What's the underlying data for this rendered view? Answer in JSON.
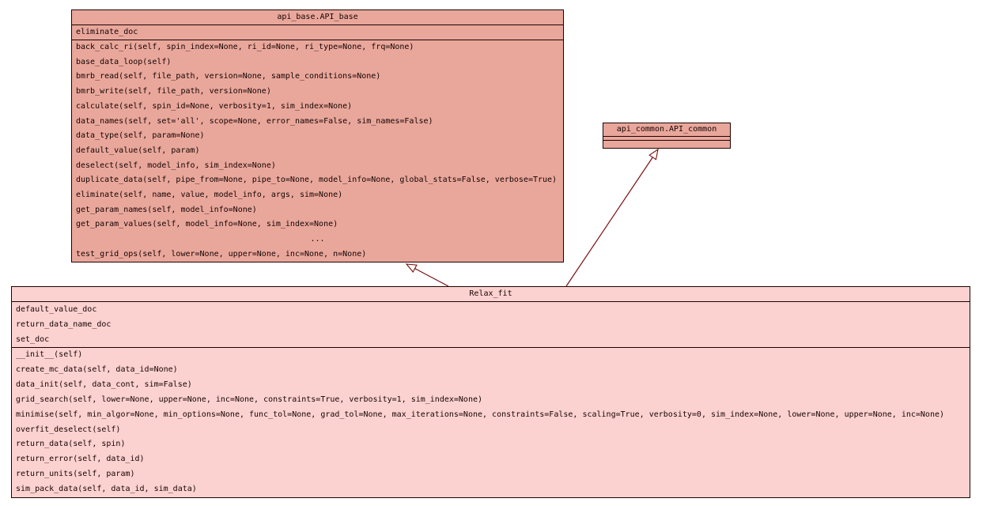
{
  "diagram": {
    "type": "uml-class-diagram",
    "colors": {
      "parent_class_fill": "#e9a79b",
      "child_class_fill": "#fcd2d0",
      "border": "#1c0202",
      "arrow": "#7a1010",
      "background": "#ffffff"
    },
    "classes": [
      {
        "name": "api_base.API_base",
        "attributes": [
          "eliminate_doc"
        ],
        "methods": [
          "back_calc_ri(self, spin_index=None, ri_id=None, ri_type=None, frq=None)",
          "base_data_loop(self)",
          "bmrb_read(self, file_path, version=None, sample_conditions=None)",
          "bmrb_write(self, file_path, version=None)",
          "calculate(self, spin_id=None, verbosity=1, sim_index=None)",
          "data_names(self, set='all', scope=None, error_names=False, sim_names=False)",
          "data_type(self, param=None)",
          "default_value(self, param)",
          "deselect(self, model_info, sim_index=None)",
          "duplicate_data(self, pipe_from=None, pipe_to=None, model_info=None, global_stats=False, verbose=True)",
          "eliminate(self, name, value, model_info, args, sim=None)",
          "get_param_names(self, model_info=None)",
          "get_param_values(self, model_info=None, sim_index=None)",
          "...",
          "test_grid_ops(self, lower=None, upper=None, inc=None, n=None)"
        ]
      },
      {
        "name": "api_common.API_common",
        "attributes": [],
        "methods": []
      },
      {
        "name": "Relax_fit",
        "attributes": [
          "default_value_doc",
          "return_data_name_doc",
          "set_doc"
        ],
        "methods": [
          "__init__(self)",
          "create_mc_data(self, data_id=None)",
          "data_init(self, data_cont, sim=False)",
          "grid_search(self, lower=None, upper=None, inc=None, constraints=True, verbosity=1, sim_index=None)",
          "minimise(self, min_algor=None, min_options=None, func_tol=None, grad_tol=None, max_iterations=None, constraints=False, scaling=True, verbosity=0, sim_index=None, lower=None, upper=None, inc=None)",
          "overfit_deselect(self)",
          "return_data(self, spin)",
          "return_error(self, data_id)",
          "return_units(self, param)",
          "sim_pack_data(self, data_id, sim_data)"
        ]
      }
    ],
    "relations": [
      {
        "type": "inheritance",
        "from": "Relax_fit",
        "to": "api_base.API_base"
      },
      {
        "type": "inheritance",
        "from": "Relax_fit",
        "to": "api_common.API_common"
      }
    ]
  }
}
